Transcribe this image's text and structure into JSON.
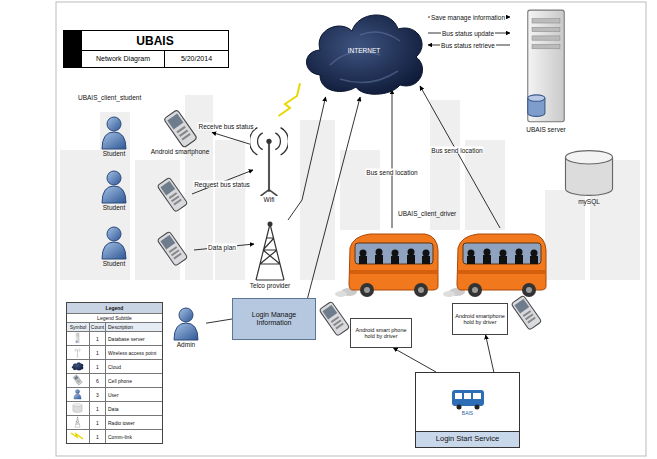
{
  "diagram": {
    "title": "UBAIS",
    "nodes": [
      {
        "text": [
          "INTERNET"
        ]
      },
      {
        "text": [
          "UBAIS server"
        ]
      },
      {
        "text": [
          "mySQL"
        ]
      },
      {
        "text": [
          "Student"
        ]
      },
      {
        "text": [
          "Android smartphone"
        ]
      },
      {
        "text": [
          "Student"
        ]
      },
      {
        "text": [
          "Student"
        ]
      },
      {
        "text": [
          "Wifi"
        ]
      },
      {
        "text": [
          "Telco provider"
        ]
      },
      {
        "text": [
          "Admin"
        ]
      },
      {
        "text": [
          "Login Manage Information"
        ]
      },
      {
        "text": [
          "Android smart phone hold by driver"
        ]
      },
      {
        "text": [
          "Android smartphone hold by driver"
        ]
      },
      {
        "text": [
          "BAIS",
          "Login Start Service"
        ]
      }
    ],
    "edges": [
      {
        "from": 0,
        "to": 1,
        "label": "Save manage information",
        "arrow": "to"
      },
      {
        "from": 0,
        "to": 1,
        "label": "Bus status update",
        "arrow": "to"
      },
      {
        "from": 1,
        "to": 0,
        "label": "Bus status retrieve",
        "arrow": "to"
      },
      {
        "from": 7,
        "to": 4,
        "label": "Receive bus status",
        "arrow": "to"
      },
      {
        "from": 7,
        "to": 0,
        "arrow": "none"
      },
      {
        "from": 8,
        "to": 0,
        "arrow": "to"
      },
      {
        "from": 9,
        "to": 10,
        "arrow": "none"
      },
      {
        "from": 10,
        "to": 0,
        "arrow": "to"
      },
      {
        "from": 13,
        "to": 11,
        "arrow": "to"
      },
      {
        "from": 13,
        "to": 12,
        "arrow": "to"
      }
    ],
    "labels": [
      "Network Diagram",
      "5/20/2014",
      "UBAIS_client_student",
      "Request bus status",
      "Data plan",
      "Bus send location",
      "Bus send location",
      "UBAIS_client_driver",
      "Legend",
      "Legend Subtitle",
      "Symbol",
      "Count",
      "Description",
      "1",
      "1",
      "1",
      "6",
      "3",
      "1",
      "1",
      "1"
    ],
    "legend": [
      {
        "text": "Database server"
      },
      {
        "text": "Wireless access point"
      },
      {
        "text": "Cloud"
      },
      {
        "text": "Cell phone"
      },
      {
        "text": "User"
      },
      {
        "text": "Data"
      },
      {
        "text": "Radio tower"
      },
      {
        "text": "Comm-link"
      }
    ]
  }
}
